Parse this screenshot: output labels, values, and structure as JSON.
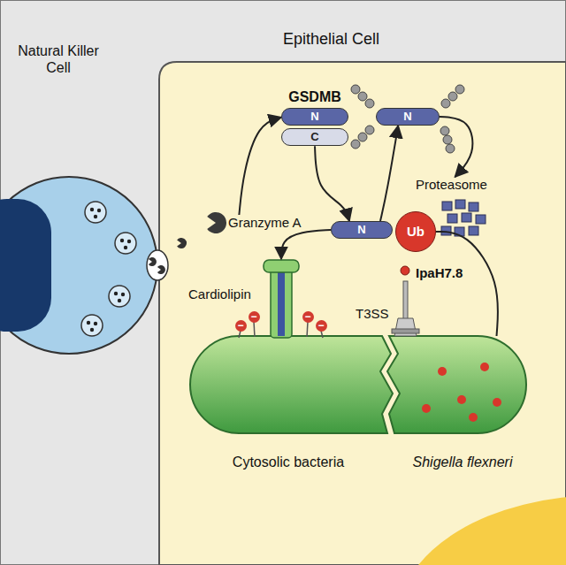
{
  "diagram": {
    "nodes": [
      {
        "text": [
          "Epithelial Cell"
        ]
      },
      {
        "text": [
          "Natural Killer Cell"
        ]
      },
      {
        "text": [
          "GSDMB",
          "N",
          "C"
        ],
        "in": 0
      },
      {
        "text": [
          "Granzyme A"
        ],
        "in": 0
      },
      {
        "text": [
          "N"
        ],
        "in": 0
      },
      {
        "text": [
          "Ub"
        ],
        "in": 0
      },
      {
        "text": [
          "N"
        ],
        "in": 0
      },
      {
        "text": [
          "Proteasome"
        ],
        "in": 0
      },
      {
        "text": [
          "Cytosolic bacteria"
        ],
        "in": 0
      },
      {
        "text": [
          "Shigella flexneri"
        ],
        "in": 0
      }
    ],
    "edges": [
      {
        "from": 3,
        "to": 2,
        "arrow": "to"
      },
      {
        "from": 2,
        "to": 4,
        "arrow": "to"
      },
      {
        "from": 4,
        "to": 8,
        "arrow": "to"
      },
      {
        "from": 9,
        "to": 5,
        "arrow": "none"
      },
      {
        "from": 4,
        "to": 6,
        "arrow": "to"
      },
      {
        "from": 6,
        "to": 7,
        "arrow": "to"
      }
    ],
    "labels": [
      "IpaH7.8",
      "T3SS",
      "Cardiolipin",
      "−",
      "−",
      "−",
      "−"
    ]
  }
}
